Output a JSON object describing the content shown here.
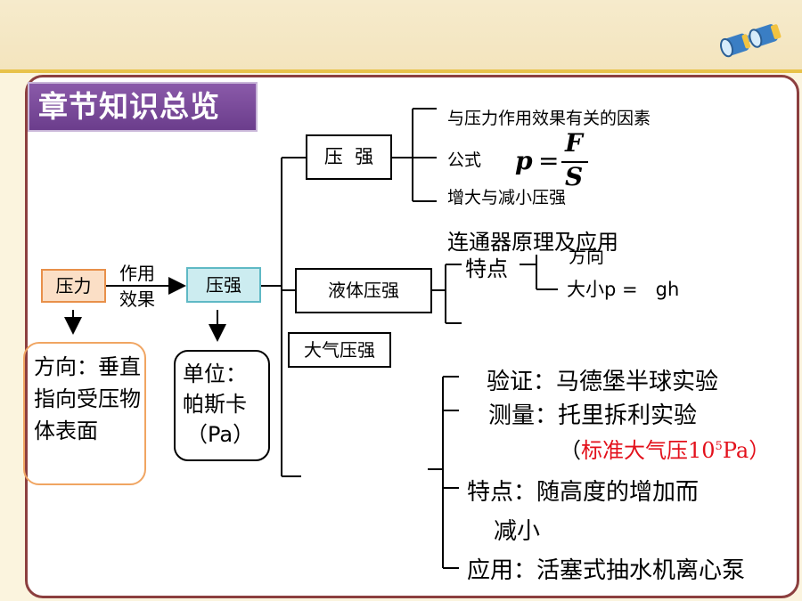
{
  "header": {
    "title": "章节知识总览"
  },
  "icons": {
    "top_right": "binoculars-icon"
  },
  "colors": {
    "title_bg": "#7a4b9c",
    "frame": "#8c3f3f",
    "highlight": "#e3101b"
  },
  "left": {
    "root": "压力",
    "arrow_label_line1": "作用",
    "arrow_label_line2": "效果",
    "pressure": "压强",
    "direction": "方向：垂直指向受压物体表面",
    "unit_line1": "单位：",
    "unit_line2": "帕斯卡",
    "unit_line3": "（Pa）"
  },
  "branches": {
    "solid": {
      "label": "压  强",
      "items": [
        "与压力作用效果有关的因素",
        "公式",
        "增大与减小压强"
      ],
      "formula": {
        "lhs": "p",
        "eq": "=",
        "num": "F",
        "den": "S"
      }
    },
    "liquid": {
      "label": "液体压强",
      "connector_note": "连通器原理及应用",
      "feature_label": "特点",
      "feature_items": [
        "方向",
        "大小p =   gh"
      ]
    },
    "atmos": {
      "label": "大气压强",
      "items": [
        "验证：马德堡半球实验",
        "测量：托里拆利实验",
        "特点：随高度的增加而",
        "减小",
        "应用：活塞式抽水机离心泵"
      ],
      "std_open": "（",
      "std_red": "标准大气压",
      "std_base": "10",
      "std_exp": "5",
      "std_unit": "Pa）"
    }
  }
}
